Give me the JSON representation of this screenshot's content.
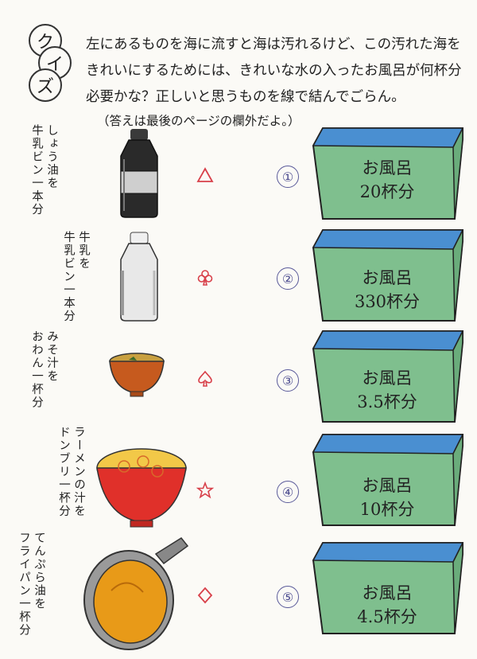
{
  "quiz": {
    "badge": [
      "ク",
      "イ",
      "ズ"
    ]
  },
  "intro": {
    "lines": [
      "左にあるものを海に流すと海は汚れるけど、この汚れた海を",
      "きれいにするためには、きれいな水の入ったお風呂が何杯分",
      "必要かな？正しいと思うものを線で結んでごらん。"
    ],
    "note": "（答えは最後のページの欄外だよ。）"
  },
  "items": [
    {
      "label": [
        "しょう油を",
        "牛乳ビン一本分"
      ]
    },
    {
      "label": [
        "牛乳を",
        "牛乳ビン一本分"
      ]
    },
    {
      "label": [
        "みそ汁を",
        "おわん一杯分"
      ]
    },
    {
      "label": [
        "ラーメンの汁を",
        "ドンブリ一杯分"
      ]
    },
    {
      "label": [
        "てんぷら油を",
        "フライパン一杯分"
      ]
    }
  ],
  "symbols": [
    "△",
    "♧",
    "♤",
    "☆",
    "◇"
  ],
  "answers": [
    {
      "num": "①",
      "line1": "お風呂",
      "line2": "20杯分"
    },
    {
      "num": "②",
      "line1": "お風呂",
      "line2": "330杯分"
    },
    {
      "num": "③",
      "line1": "お風呂",
      "line2": "3.5杯分"
    },
    {
      "num": "④",
      "line1": "お風呂",
      "line2": "10杯分"
    },
    {
      "num": "⑤",
      "line1": "お風呂",
      "line2": "4.5杯分"
    }
  ],
  "colors": {
    "symbol": "#d8404a",
    "tub_side": "#7fbf8e",
    "water": "#4a8fd1",
    "number": "#4a4a8e"
  }
}
